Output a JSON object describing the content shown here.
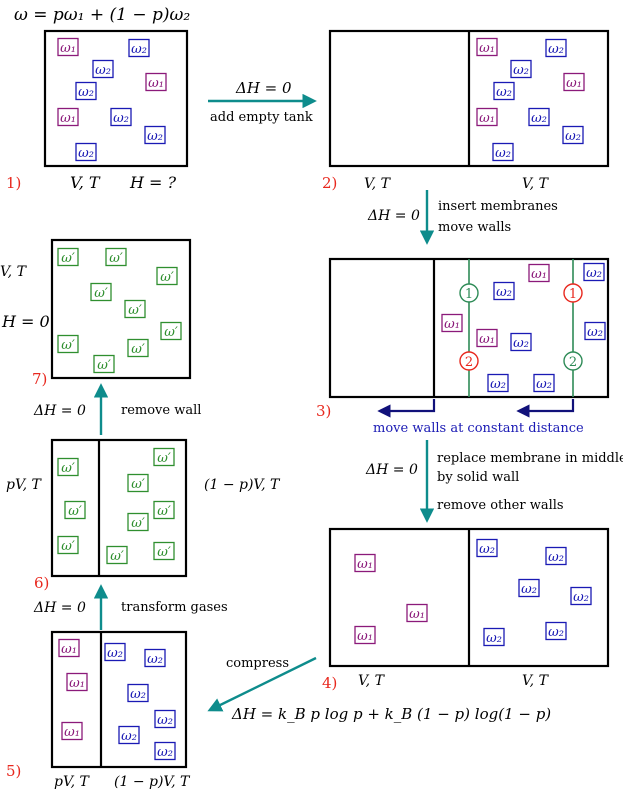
{
  "title_formula": "ω = pω₁ + (1 − p)ω₂",
  "molecule_labels": {
    "omega1": "ω₁",
    "omega2": "ω₂",
    "omega_prime": "ω′"
  },
  "colors": {
    "omega1": "#8b1a7a",
    "omega2": "#1a1ab4",
    "omega_prime": "#2f8f2f",
    "step_number": "#e8281e",
    "process_arrow": "#0e8c8c",
    "wall_move_arrow": "#11117a",
    "membrane": "#2e8b57",
    "membrane_marker_red": "#e8281e",
    "membrane_marker_green": "#2e8b57"
  },
  "steps": {
    "s1": "1)",
    "s2": "2)",
    "s3": "3)",
    "s4": "4)",
    "s5": "5)",
    "s6": "6)",
    "s7": "7)"
  },
  "labels": {
    "s1_VT": "V, T",
    "s1_H": "H = ?",
    "s2_left_VT": "V, T",
    "s2_right_VT": "V, T",
    "s4_left_VT": "V, T",
    "s4_right_VT": "V, T",
    "s5_left": "pV, T",
    "s5_right": "(1 − p)V, T",
    "s6_left": "pV, T",
    "s6_right": "(1 − p)V, T",
    "s7_VT": "V, T",
    "s7_H": "H = 0"
  },
  "transitions": {
    "t12_dH": "ΔH = 0",
    "t12_text": "add empty tank",
    "t23_dH": "ΔH = 0",
    "t23_line1": "insert membranes",
    "t23_line2": "move walls",
    "t3_move": "move walls at constant distance",
    "t34_dH": "ΔH = 0",
    "t34_line1": "replace membrane in middle",
    "t34_line2": "by solid wall",
    "t34_line3": "remove other walls",
    "t45_text": "compress",
    "t45_dH": "ΔH = k_B p log p + k_B (1 − p) log(1 − p)",
    "t56_dH": "ΔH = 0",
    "t56_text": "transform gases",
    "t67_dH": "ΔH = 0",
    "t67_text": "remove wall"
  },
  "membrane_markers": {
    "one": "1",
    "two": "2"
  }
}
